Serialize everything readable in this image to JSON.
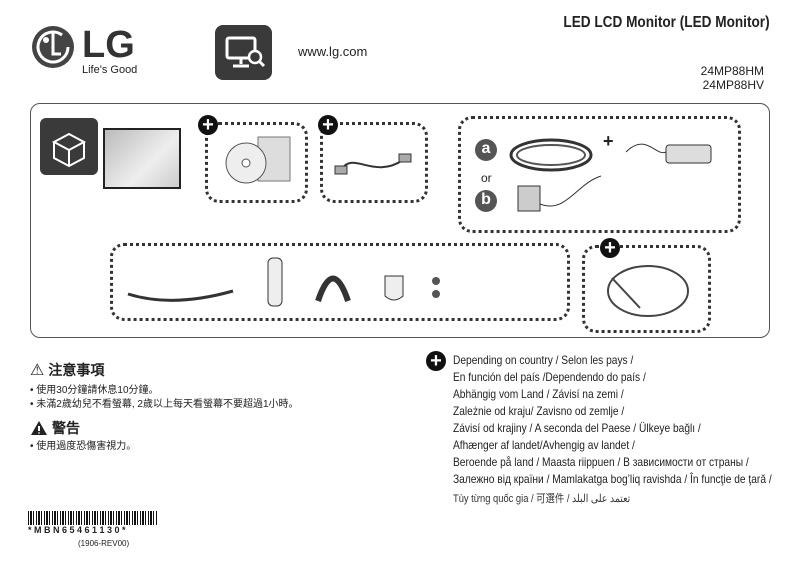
{
  "header": {
    "brand": "LG",
    "slogan": "Life's Good",
    "website": "www.lg.com",
    "title": "LED LCD Monitor (LED Monitor)",
    "models": [
      "24MP88HM",
      "24MP88HV"
    ]
  },
  "components": {
    "option_a": "a",
    "option_b": "b",
    "or_label": "or",
    "plus_sign": "+"
  },
  "warnings": {
    "caution_title": "注意事項",
    "caution_items": [
      "使用30分鐘請休息10分鐘。",
      "未滿2歲幼兒不看螢幕, 2歲以上每天看螢幕不要超過1小時。"
    ],
    "warning_title": "警告",
    "warning_items": [
      "使用過度恐傷害視力。"
    ]
  },
  "note": {
    "lines": [
      "Depending on country /  Selon les pays /",
      "En función del país /Dependendo do país /",
      "Abhängig vom Land / Závisí na zemi /",
      "Zależnie od kraju/ Zavisno od zemlje /",
      "Závisí od krajiny /  A seconda del Paese   / Ülkeye bağlı /",
      "Afhænger af landet/Avhengig av landet /",
      "Beroende på land / Maasta riippuen / В зависимости от страны  /",
      "Залежно від країни / Mamlakatga bog’liq ravishda / În funcţie de ţară  /",
      "Tùy từng quốc gia  /   可選件    /  تعتمد على البلد"
    ]
  },
  "barcode": {
    "code": "* M B N 6 5 4 6 1 1 3 0 *",
    "revision": "(1906-REV00)"
  }
}
